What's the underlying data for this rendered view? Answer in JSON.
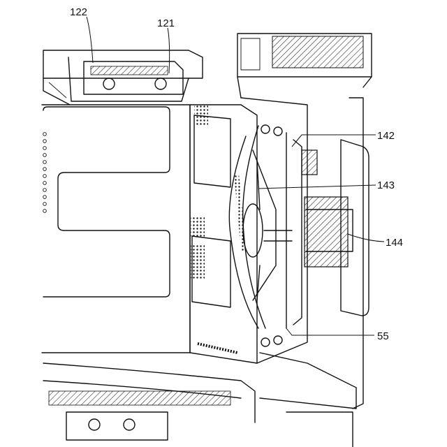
{
  "figure": {
    "labels": [
      {
        "id": "122",
        "text": "122"
      },
      {
        "id": "121",
        "text": "121"
      },
      {
        "id": "142",
        "text": "142"
      },
      {
        "id": "143",
        "text": "143"
      },
      {
        "id": "144",
        "text": "144"
      },
      {
        "id": "55",
        "text": "55"
      }
    ]
  }
}
